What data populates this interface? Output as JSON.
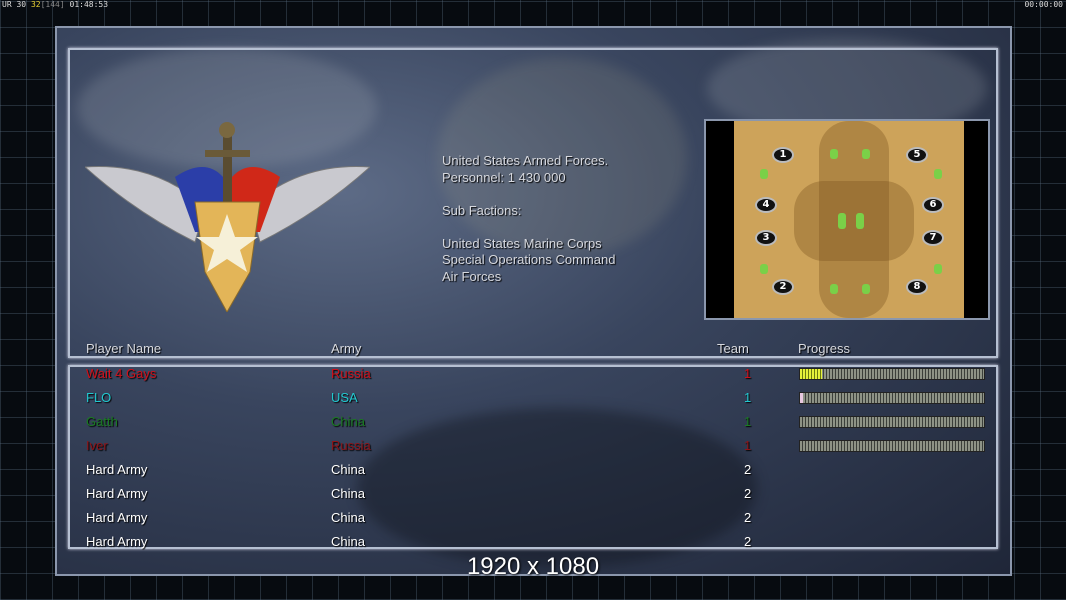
{
  "hud": {
    "left_a": "UR",
    "left_b": "30",
    "left_c": "32",
    "left_d": "[144]",
    "clock": "01:48:53",
    "right_clock": "00:00:00"
  },
  "faction": {
    "name": "United States Armed Forces.",
    "personnel": "Personnel: 1 430 000",
    "sub_title": "Sub Factions:",
    "subs": [
      "United States Marine Corps",
      "Special Operations Command",
      "Air Forces"
    ]
  },
  "map": {
    "spots": [
      "1",
      "2",
      "3",
      "4",
      "5",
      "6",
      "7",
      "8"
    ]
  },
  "table": {
    "headers": {
      "name": "Player Name",
      "army": "Army",
      "team": "Team",
      "progress": "Progress"
    },
    "rows": [
      {
        "name": "Wait 4 Gays",
        "army": "Russia",
        "team": "1",
        "color": "#d0101a",
        "progress": 0.12
      },
      {
        "name": "FLO",
        "army": "USA",
        "team": "1",
        "color": "#22c8d0",
        "progress": 0.01
      },
      {
        "name": "Gatth",
        "army": "China",
        "team": "1",
        "color": "#1a7a22",
        "progress": 0
      },
      {
        "name": "Iver",
        "army": "Russia",
        "team": "1",
        "color": "#901418",
        "progress": 0
      },
      {
        "name": "Hard Army",
        "army": "China",
        "team": "2",
        "color": "#ffffff"
      },
      {
        "name": "Hard Army",
        "army": "China",
        "team": "2",
        "color": "#ffffff"
      },
      {
        "name": "Hard Army",
        "army": "China",
        "team": "2",
        "color": "#ffffff"
      },
      {
        "name": "Hard Army",
        "army": "China",
        "team": "2",
        "color": "#ffffff"
      }
    ]
  },
  "resolution": "1920 x 1080"
}
